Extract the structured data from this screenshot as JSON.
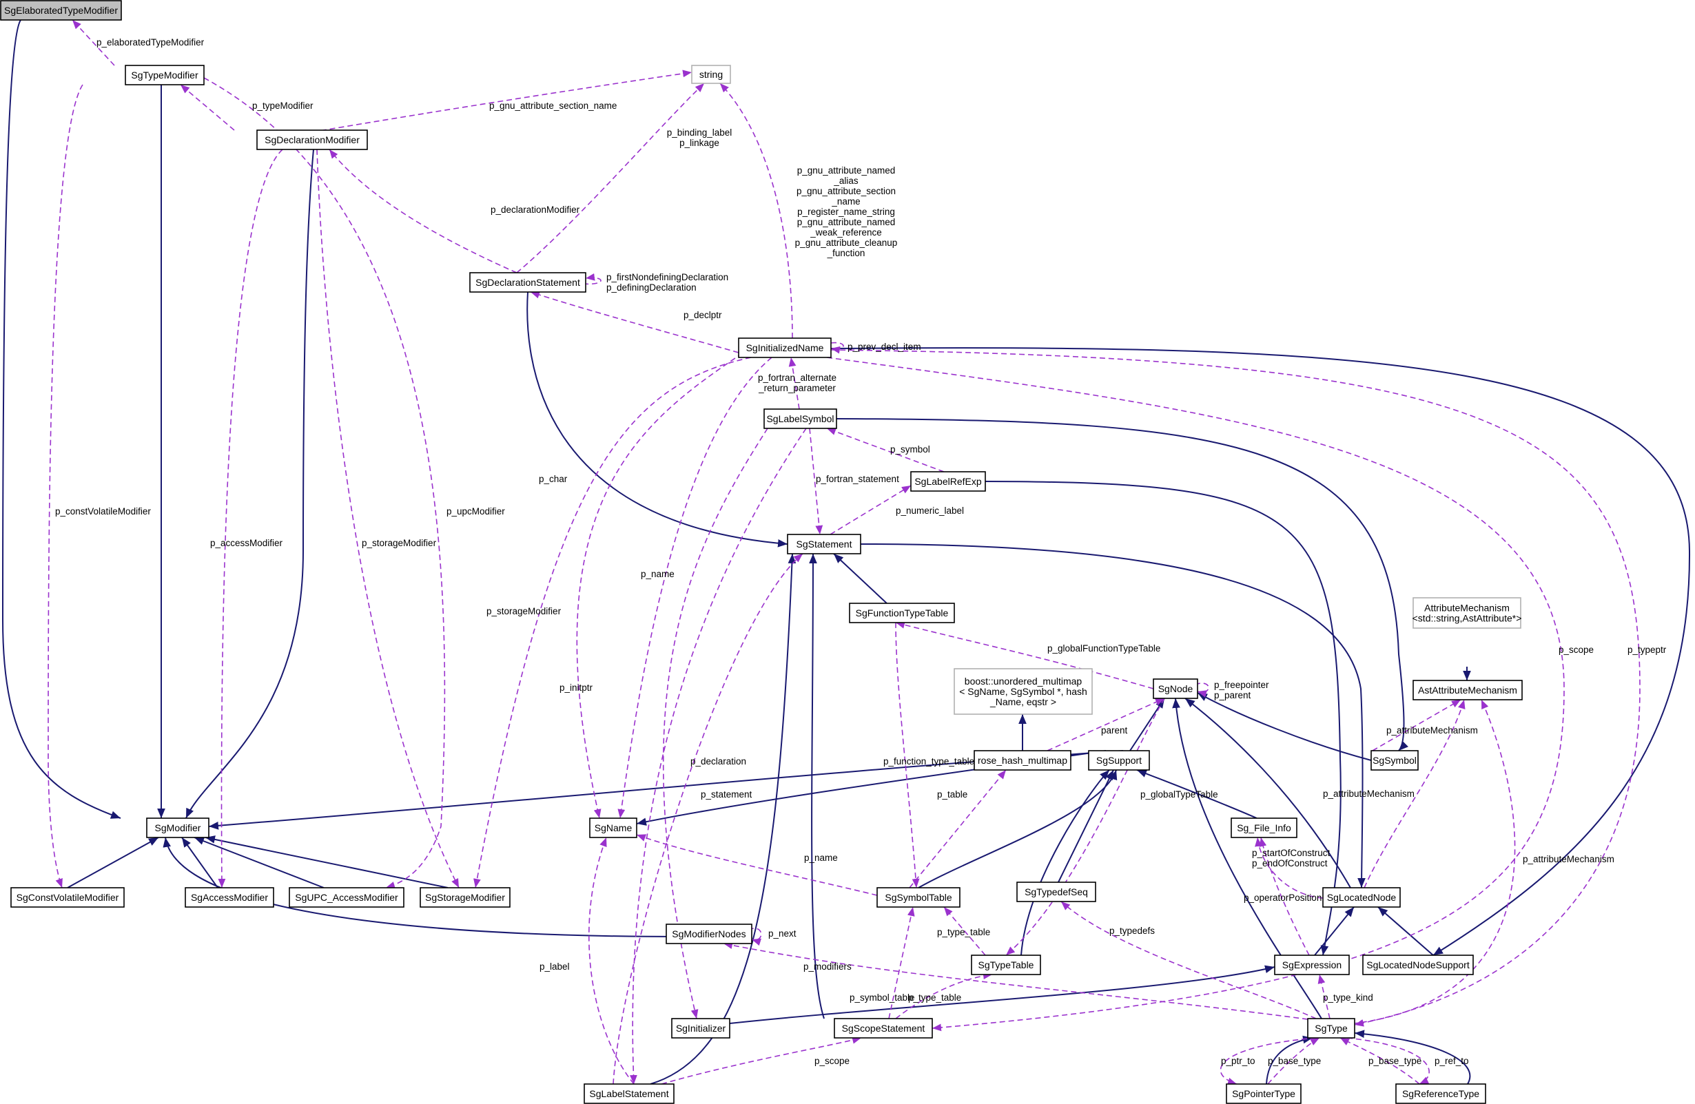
{
  "colors": {
    "inheritance": "#191970",
    "usage": "#9a32cd",
    "focus_fill": "#bfbfbf",
    "gray_border": "#b0b0b0"
  },
  "nodes": {
    "elab": {
      "label": "SgElaboratedTypeModifier"
    },
    "tmod": {
      "label": "SgTypeModifier"
    },
    "declmod": {
      "label": "SgDeclarationModifier"
    },
    "string": {
      "label": "string"
    },
    "declst": {
      "label": "SgDeclarationStatement"
    },
    "init": {
      "label": "SgInitializedName"
    },
    "labsym": {
      "label": "SgLabelSymbol"
    },
    "labref": {
      "label": "SgLabelRefExp"
    },
    "stmt": {
      "label": "SgStatement"
    },
    "fntt": {
      "label": "SgFunctionTypeTable"
    },
    "boost": {
      "lines": [
        "boost::unordered_multimap",
        "< SgName, SgSymbol *, hash",
        "_Name, eqstr >"
      ]
    },
    "node": {
      "label": "SgNode"
    },
    "attrm": {
      "lines": [
        "AttributeMechanism",
        "<std::string,AstAttribute*>"
      ]
    },
    "astattr": {
      "label": "AstAttributeMechanism"
    },
    "rose": {
      "label": "rose_hash_multimap"
    },
    "supp": {
      "label": "SgSupport"
    },
    "sym": {
      "label": "SgSymbol"
    },
    "mod": {
      "label": "SgModifier"
    },
    "name": {
      "label": "SgName"
    },
    "finfo": {
      "label": "Sg_File_Info"
    },
    "tds": {
      "label": "SgTypedefSeq"
    },
    "cvm": {
      "label": "SgConstVolatileModifier"
    },
    "acc": {
      "label": "SgAccessModifier"
    },
    "upc": {
      "label": "SgUPC_AccessModifier"
    },
    "stor": {
      "label": "SgStorageModifier"
    },
    "symt": {
      "label": "SgSymbolTable"
    },
    "locn": {
      "label": "SgLocatedNode"
    },
    "modn": {
      "label": "SgModifierNodes"
    },
    "typt": {
      "label": "SgTypeTable"
    },
    "expr": {
      "label": "SgExpression"
    },
    "lns": {
      "label": "SgLocatedNodeSupport"
    },
    "initz": {
      "label": "SgInitializer"
    },
    "scope": {
      "label": "SgScopeStatement"
    },
    "type": {
      "label": "SgType"
    },
    "labst": {
      "label": "SgLabelStatement"
    },
    "ptr": {
      "label": "SgPointerType"
    },
    "ref": {
      "label": "SgReferenceType"
    }
  },
  "edge_labels": {
    "p_elaboratedTypeModifier": [
      "p_elaboratedTypeModifier"
    ],
    "p_typeModifier": [
      "p_typeModifier"
    ],
    "p_gnu_attribute_section_name": [
      "p_gnu_attribute_section_name"
    ],
    "p_binding": [
      "p_binding_label",
      "p_linkage"
    ],
    "p_gnu_block": [
      "p_gnu_attribute_named",
      "_alias",
      "p_gnu_attribute_section",
      "_name",
      "p_register_name_string",
      "p_gnu_attribute_named",
      "_weak_reference",
      "p_gnu_attribute_cleanup",
      "_function"
    ],
    "p_declarationModifier": [
      "p_declarationModifier"
    ],
    "p_self_decl": [
      "p_firstNondefiningDeclaration",
      "p_definingDeclaration"
    ],
    "p_declptr": [
      "p_declptr"
    ],
    "p_prev_decl_item": [
      "p_prev_decl_item"
    ],
    "p_fortran_alternate": [
      "p_fortran_alternate",
      "_return_parameter"
    ],
    "p_symbol": [
      "p_symbol"
    ],
    "p_fortran_statement": [
      "p_fortran_statement"
    ],
    "p_numeric_label": [
      "p_numeric_label"
    ],
    "p_constVolatileModifier": [
      "p_constVolatileModifier"
    ],
    "p_accessModifier": [
      "p_accessModifier"
    ],
    "p_storageModifier_1": [
      "p_storageModifier"
    ],
    "p_upcModifier": [
      "p_upcModifier"
    ],
    "p_char": [
      "p_char"
    ],
    "p_storageModifier_2": [
      "p_storageModifier"
    ],
    "p_name_1": [
      "p_name"
    ],
    "p_scope_1": [
      "p_scope"
    ],
    "p_typeptr": [
      "p_typeptr"
    ],
    "p_globalFunctionTypeTable": [
      "p_globalFunctionTypeTable"
    ],
    "p_self_node": [
      "p_freepointer",
      "p_parent"
    ],
    "p_initptr": [
      "p_initptr"
    ],
    "p_declaration": [
      "p_declaration"
    ],
    "p_function_type_table": [
      "p_function_type_table"
    ],
    "parent": [
      "parent"
    ],
    "p_attributeMechanism_1": [
      "p_attributeMechanism"
    ],
    "p_table": [
      "p_table"
    ],
    "p_globalTypeTable": [
      "p_globalTypeTable"
    ],
    "p_attributeMechanism_2": [
      "p_attributeMechanism"
    ],
    "p_statement": [
      "p_statement"
    ],
    "p_name_2": [
      "p_name"
    ],
    "p_construct": [
      "p_startOfConstruct",
      "p_endOfConstruct"
    ],
    "p_attributeMechanism_3": [
      "p_attributeMechanism"
    ],
    "p_operatorPosition": [
      "p_operatorPosition"
    ],
    "p_next": [
      "p_next"
    ],
    "p_type_table_1": [
      "p_type_table"
    ],
    "p_typedefs": [
      "p_typedefs"
    ],
    "p_label": [
      "p_label"
    ],
    "p_modifiers": [
      "p_modifiers"
    ],
    "p_symbol_table": [
      "p_symbol_table"
    ],
    "p_type_kind": [
      "p_type_kind"
    ],
    "p_type_table_2": [
      "p_type_table"
    ],
    "p_scope_2": [
      "p_scope"
    ],
    "p_ptr_to": [
      "p_ptr_to"
    ],
    "p_base_type_1": [
      "p_base_type"
    ],
    "p_base_type_2": [
      "p_base_type"
    ],
    "p_ref_to": [
      "p_ref_to"
    ]
  }
}
